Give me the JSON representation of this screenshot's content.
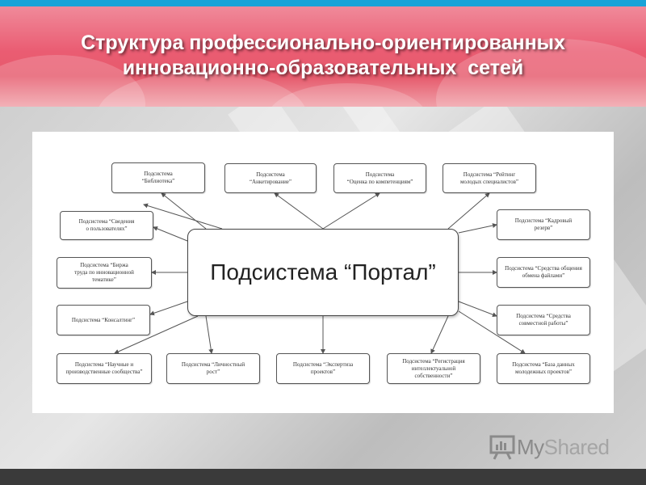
{
  "slide": {
    "title_line1": "Структура профессионально-ориентированных",
    "title_line2": "инновационно-образовательных  сетей"
  },
  "diagram": {
    "center": "Подсистема “Портал”",
    "nodes": [
      "Подсистема\n“Библиотека”",
      "Подсистема\n“Анкетирование”",
      "Подсистема\n“Оценка по компетенциям”",
      "Подсистема “Рейтинг\nмолодых специалистов”",
      "Подсистема “Сведения\nо пользователях”",
      "Подсистема “Биржа\nтруда по инновационной\nтематике”",
      "Подсистема “Консалтинг”",
      "Подсистема “Научные и\nпроизводственные сообщества”",
      "Подсистема “Личностный\nрост”",
      "Подсистема “Экспертиза\nпроектов”",
      "Подсистема “Регистрация\nинтеллектуальной собственности”",
      "Подсистема “База данных\nмолодежных проектов”",
      "Подсистема “Кадровый\nрезерв”",
      "Подсистема “Средства общения\nобмена файлами”",
      "Подсистема “Средства\nсовместной работы”"
    ]
  },
  "watermark": {
    "brand_part1": "My",
    "brand_part2": "Shared"
  }
}
